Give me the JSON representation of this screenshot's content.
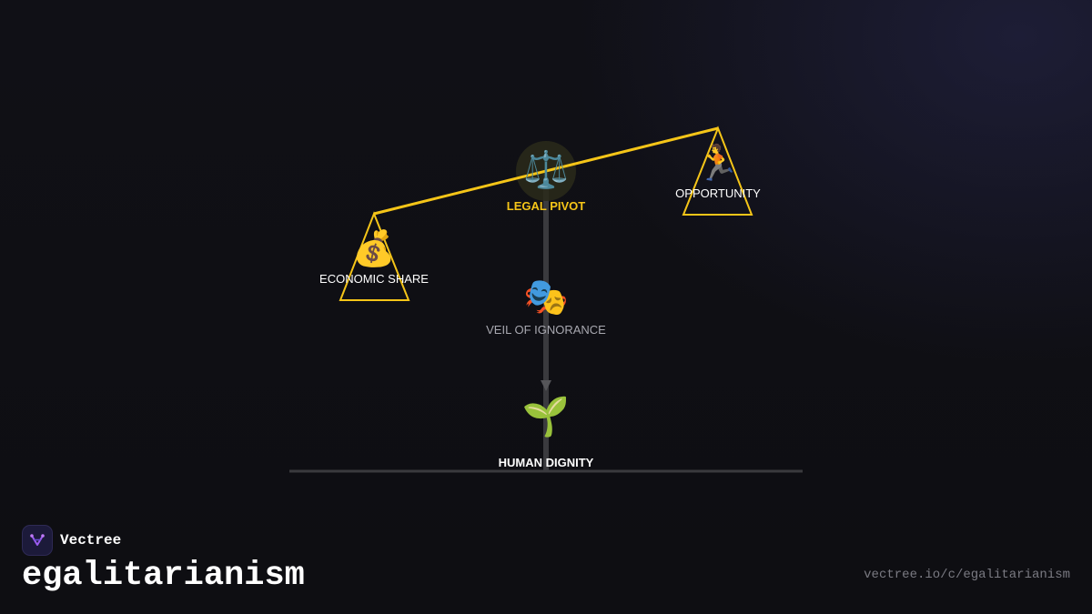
{
  "diagram": {
    "pivot": {
      "icon": "balance-scale-emoji",
      "emoji": "⚖️",
      "label": "LEGAL PIVOT"
    },
    "left_pan": {
      "icon": "money-bag-emoji",
      "emoji": "💰",
      "label": "ECONOMIC SHARE"
    },
    "right_pan": {
      "icon": "runner-emoji",
      "emoji": "🏃",
      "label": "OPPORTUNITY"
    },
    "middle": {
      "icon": "performing-arts-emoji",
      "emoji": "🎭",
      "label": "VEIL OF IGNORANCE"
    },
    "base": {
      "icon": "seedling-emoji",
      "emoji": "🌱",
      "label": "HUMAN DIGNITY"
    },
    "colors": {
      "beam": "#f5c518",
      "pivot_label": "#f5c518",
      "stand": "#3a3a3e",
      "ground": "#3a3a3e",
      "muted_label": "#a8a8b0"
    }
  },
  "footer": {
    "brand_name": "Vectree",
    "brand_icon": "vectree-logo-icon",
    "title": "egalitarianism",
    "url": "vectree.io/c/egalitarianism"
  }
}
